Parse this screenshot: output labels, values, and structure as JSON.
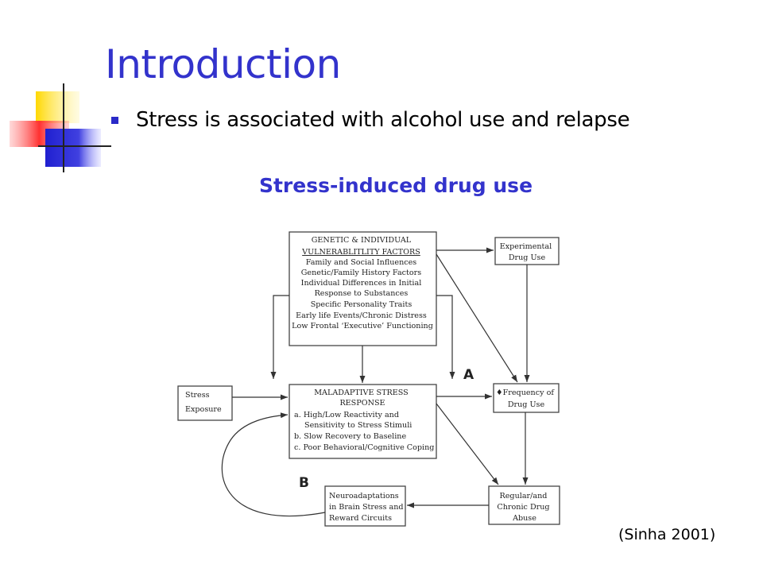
{
  "slide": {
    "title": "Introduction",
    "bullet": "Stress is associated with alcohol use and relapse",
    "subtitle": "Stress-induced drug use",
    "citation": "(Sinha 2001)"
  },
  "diagram": {
    "vulnerability": {
      "lines": [
        "GENETIC & INDIVIDUAL",
        "VULNERABLITLITY FACTORS",
        "Family and Social Influences",
        "Genetic/Family History Factors",
        "Individual Differences in Initial",
        "Response to Substances",
        "Specific Personality Traits",
        "Early life Events/Chronic Distress",
        "Low Frontal ‘Executive’ Functioning"
      ]
    },
    "experimental": {
      "lines": [
        "Experimental",
        "Drug Use"
      ]
    },
    "stress_exposure": {
      "lines": [
        "Stress",
        "Exposure"
      ]
    },
    "maladaptive": {
      "lines": [
        "MALADAPTIVE STRESS",
        "RESPONSE",
        "a.  High/Low Reactivity and",
        "Sensitivity to Stress Stimuli",
        "b.  Slow Recovery to Baseline",
        "c.  Poor Behavioral/Cognitive Coping"
      ]
    },
    "frequency": {
      "lines": [
        "♦Frequency of",
        "Drug Use"
      ]
    },
    "neuroadaptations": {
      "lines": [
        "Neuroadaptations",
        "in Brain Stress and",
        "Reward Circuits"
      ]
    },
    "regular": {
      "lines": [
        "Regular/and",
        "Chronic Drug",
        "Abuse"
      ]
    },
    "label_a": "A",
    "label_b": "B"
  }
}
